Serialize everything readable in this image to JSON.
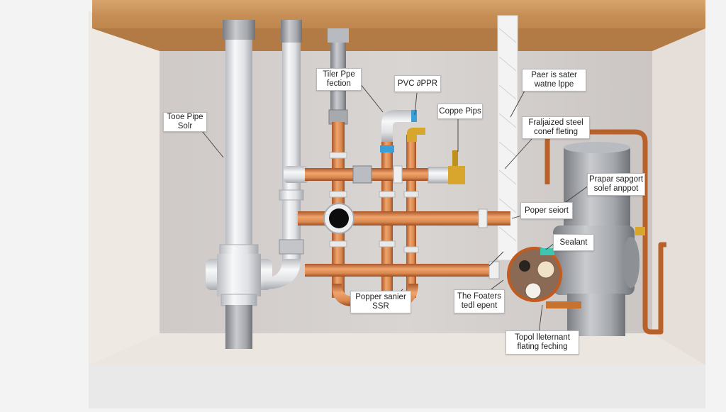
{
  "labels": {
    "toilet_pipe": {
      "line1": "Tooe Pipe",
      "line2": "Solr"
    },
    "tile_pipe_section": {
      "line1": "Tiler Ppe",
      "line2": "fection"
    },
    "pvc_ppr": {
      "line1": "PVC ∂PPR"
    },
    "copper_pipes": {
      "line1": "Coppe Pips"
    },
    "water_pipe": {
      "line1": "Paer is sater",
      "line2": "watne lppe"
    },
    "galvanized_steel": {
      "line1": "Fraljaized steel",
      "line2": "conef fleting"
    },
    "proper_support": {
      "line1": "Prapar sapgort",
      "line2": "solef anppot"
    },
    "proper_sealant": {
      "line1": "Poper seiort"
    },
    "sealant": {
      "line1": "Sealant"
    },
    "the_fosters": {
      "line1": "The Foaters",
      "line2": "tedl epent"
    },
    "proper_sanitary": {
      "line1": "Popper sanier",
      "line2": "SSR"
    },
    "toilet_waterproof": {
      "line1": "Topol lleternant",
      "line2": "flating feching"
    }
  },
  "colors": {
    "wood": "#c8935c",
    "wall": "#dcd8d6",
    "pvc": "#e4e6e9",
    "copper": "#d9884e",
    "steel": "#9fa2a7",
    "brass": "#d8a62c",
    "blue_band": "#3a9ed9"
  }
}
